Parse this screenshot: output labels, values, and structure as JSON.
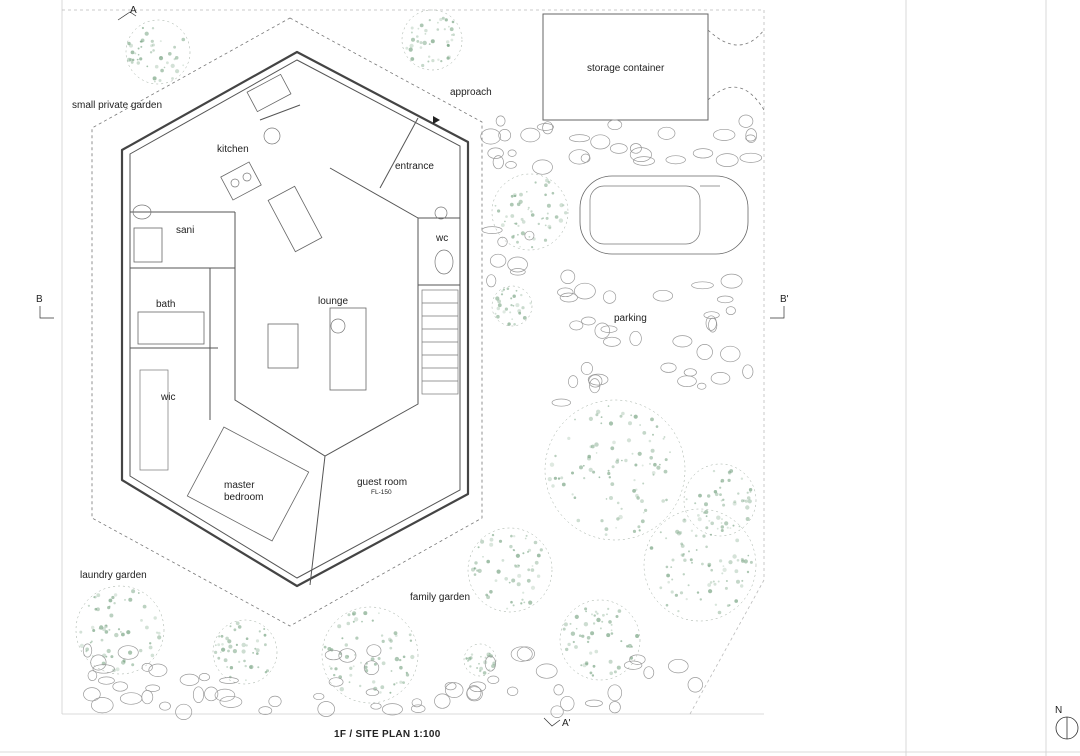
{
  "title": "1F / SITE PLAN  1:100",
  "north_label": "N",
  "section_marks": {
    "a_top": "A",
    "a_bottom": "A'",
    "b_left": "B",
    "b_right": "B'"
  },
  "rooms": {
    "small_private_garden": "small private garden",
    "approach": "approach",
    "storage_container": "storage container",
    "kitchen": "kitchen",
    "entrance": "entrance",
    "sani": "sani",
    "wc": "wc",
    "bath": "bath",
    "lounge": "lounge",
    "parking": "parking",
    "wic": "wic",
    "master_bedroom_1": "master",
    "master_bedroom_2": "bedroom",
    "guest_room": "guest room",
    "guest_room_level": "FL-150",
    "laundry_garden": "laundry garden",
    "family_garden": "family garden"
  },
  "colors": {
    "wall": "#444444",
    "vegetation": "#7fa889",
    "frame": "#cfcfcf"
  },
  "icons": {
    "north_arrow": "north-arrow-icon",
    "entry_arrow": "entry-arrow-icon",
    "section_marker": "section-marker-icon"
  }
}
